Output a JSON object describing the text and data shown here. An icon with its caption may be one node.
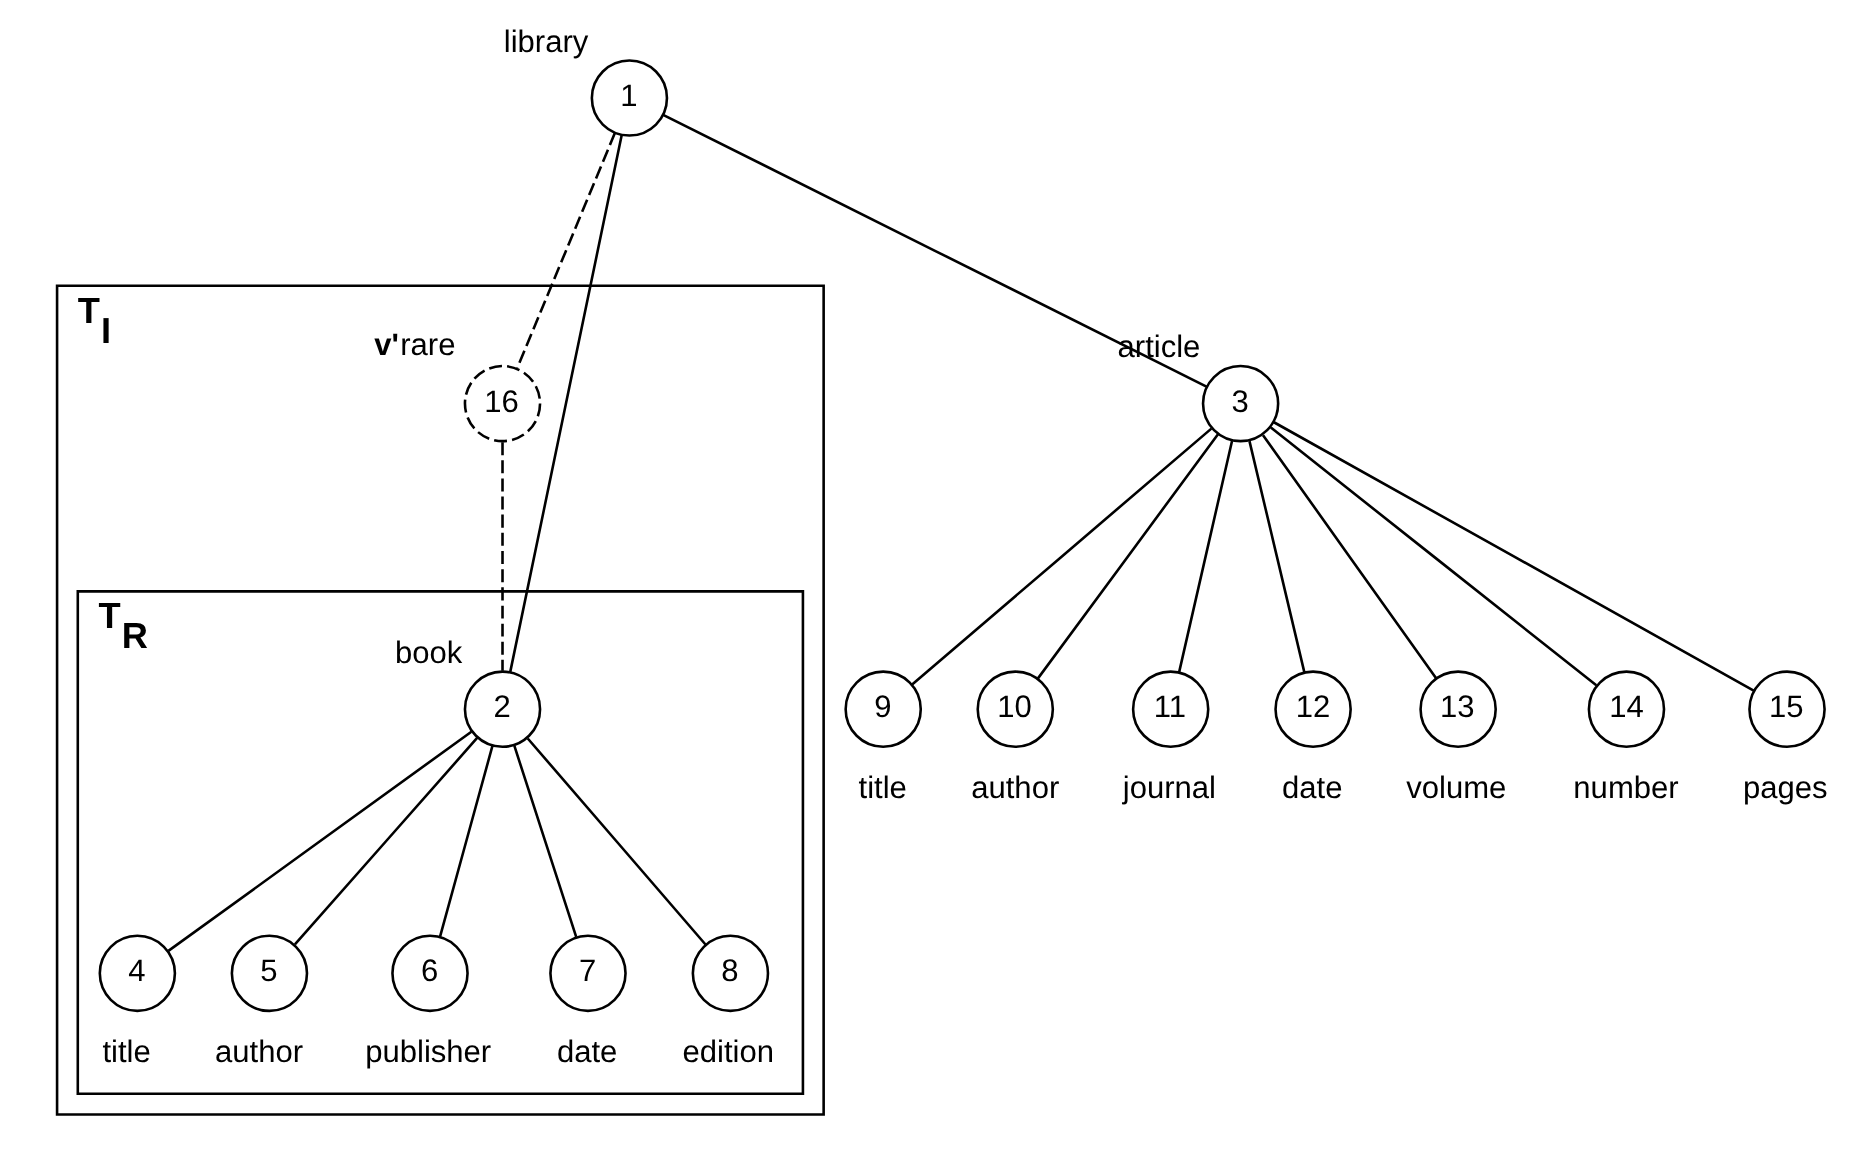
{
  "diagram": {
    "nodes": [
      {
        "text": [
          "1"
        ],
        "beside": [
          "library"
        ]
      },
      {
        "text": [
          "T$_{I}$"
        ]
      },
      {
        "text": [
          "16"
        ],
        "in": 1,
        "beside": [
          "v'",
          "rare"
        ]
      },
      {
        "text": [
          "T$_{R}$"
        ],
        "in": 1
      },
      {
        "text": [
          "2"
        ],
        "in": 3,
        "beside": [
          "book"
        ]
      },
      {
        "text": [
          "3"
        ],
        "beside": [
          "article"
        ]
      },
      {
        "text": [
          "4"
        ],
        "in": 3,
        "beside": [
          "title"
        ]
      },
      {
        "text": [
          "5"
        ],
        "in": 3,
        "beside": [
          "author"
        ]
      },
      {
        "text": [
          "6"
        ],
        "in": 3,
        "beside": [
          "publisher"
        ]
      },
      {
        "text": [
          "7"
        ],
        "in": 3,
        "beside": [
          "date"
        ]
      },
      {
        "text": [
          "8"
        ],
        "in": 3,
        "beside": [
          "edition"
        ]
      },
      {
        "text": [
          "9"
        ],
        "beside": [
          "title"
        ]
      },
      {
        "text": [
          "10"
        ],
        "beside": [
          "author"
        ]
      },
      {
        "text": [
          "11"
        ],
        "beside": [
          "journal"
        ]
      },
      {
        "text": [
          "12"
        ],
        "beside": [
          "date"
        ]
      },
      {
        "text": [
          "13"
        ],
        "beside": [
          "volume"
        ]
      },
      {
        "text": [
          "14"
        ],
        "beside": [
          "number"
        ]
      },
      {
        "text": [
          "15"
        ],
        "beside": [
          "pages"
        ]
      }
    ],
    "edges": [
      {
        "from": 0,
        "to": 2,
        "arrow": "none",
        "style": "dashed"
      },
      {
        "from": 2,
        "to": 4,
        "arrow": "none",
        "style": "dashed"
      },
      {
        "from": 0,
        "to": 4,
        "arrow": "none"
      },
      {
        "from": 0,
        "to": 5,
        "arrow": "none"
      },
      {
        "from": 4,
        "to": 6,
        "arrow": "none"
      },
      {
        "from": 4,
        "to": 7,
        "arrow": "none"
      },
      {
        "from": 4,
        "to": 8,
        "arrow": "none"
      },
      {
        "from": 4,
        "to": 9,
        "arrow": "none"
      },
      {
        "from": 4,
        "to": 10,
        "arrow": "none"
      },
      {
        "from": 5,
        "to": 11,
        "arrow": "none"
      },
      {
        "from": 5,
        "to": 12,
        "arrow": "none"
      },
      {
        "from": 5,
        "to": 13,
        "arrow": "none"
      },
      {
        "from": 5,
        "to": 14,
        "arrow": "none"
      },
      {
        "from": 5,
        "to": 15,
        "arrow": "none"
      },
      {
        "from": 5,
        "to": 16,
        "arrow": "none"
      },
      {
        "from": 5,
        "to": 17,
        "arrow": "none"
      }
    ]
  }
}
